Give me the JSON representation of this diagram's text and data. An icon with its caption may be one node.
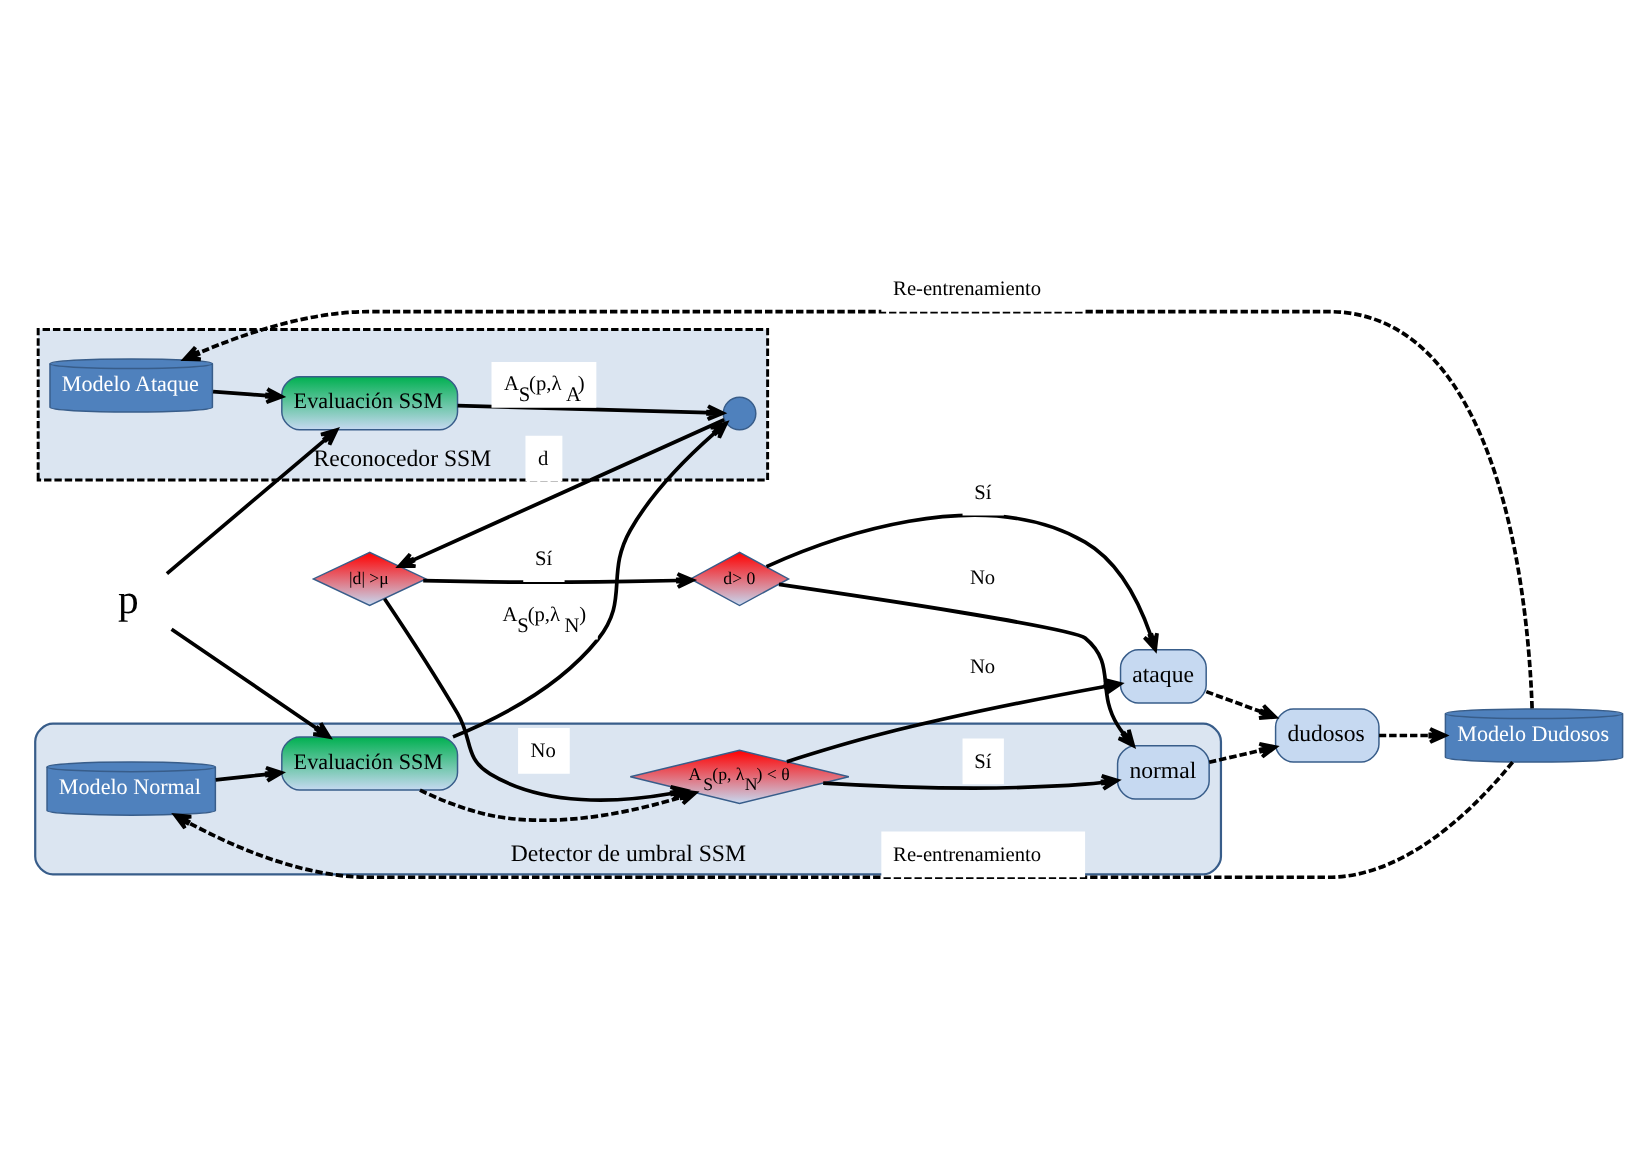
{
  "diagram": {
    "nodes": [
      {
        "text": [
          "Reconocedor SSM"
        ]
      },
      {
        "text": [
          "Modelo Ataque"
        ],
        "in": 0
      },
      {
        "text": [
          "Evaluación SSM"
        ],
        "in": 0
      },
      {
        "text": [],
        "shape": "circle",
        "in": 0
      },
      {
        "text": [
          "Detector de umbral SSM"
        ]
      },
      {
        "text": [
          "Evaluación SSM"
        ],
        "in": 4
      },
      {
        "text": [
          "Modelo Normal"
        ],
        "in": 4
      },
      {
        "text": [
          "|d| >μ"
        ]
      },
      {
        "text": [
          "d> 0"
        ]
      },
      {
        "text": [
          "A$_{S}$(p, λ$_{N}$) < θ"
        ],
        "in": 4
      },
      {
        "text": [
          "normal"
        ],
        "in": 4
      },
      {
        "text": [
          "ataque"
        ]
      },
      {
        "text": [
          "dudosos"
        ]
      },
      {
        "text": [
          "Modelo Dudosos"
        ]
      },
      {
        "text": [
          "p"
        ]
      }
    ],
    "edges": [
      {
        "from": 14,
        "to": 2,
        "arrow": "to"
      },
      {
        "from": 14,
        "to": 5,
        "arrow": "to"
      },
      {
        "from": 1,
        "to": 2,
        "arrow": "to"
      },
      {
        "from": 2,
        "to": 3,
        "arrow": "to",
        "label": "A$_{S}$(p,λ$_{A}$)"
      },
      {
        "from": 5,
        "to": 3,
        "arrow": "to",
        "label": "A$_{S}$(p,λ$_{N}$)"
      },
      {
        "from": 6,
        "to": 5,
        "arrow": "to"
      },
      {
        "from": 5,
        "to": 9,
        "arrow": "to",
        "style": "dashed"
      },
      {
        "from": 3,
        "to": 7,
        "arrow": "to",
        "label": "d"
      },
      {
        "from": 7,
        "to": 8,
        "arrow": "to",
        "label": "Sí"
      },
      {
        "from": 7,
        "to": 9,
        "arrow": "to",
        "label": "No"
      },
      {
        "from": 8,
        "to": 11,
        "arrow": "to",
        "label": "Sí"
      },
      {
        "from": 8,
        "to": 10,
        "arrow": "to",
        "label": "No"
      },
      {
        "from": 9,
        "to": 10,
        "arrow": "to",
        "label": "Sí"
      },
      {
        "from": 9,
        "to": 11,
        "arrow": "to",
        "label": "No"
      },
      {
        "from": 11,
        "to": 12,
        "arrow": "to",
        "style": "dashed"
      },
      {
        "from": 10,
        "to": 12,
        "arrow": "to",
        "style": "dashed"
      },
      {
        "from": 12,
        "to": 13,
        "arrow": "to",
        "style": "dashed"
      },
      {
        "from": 13,
        "to": 1,
        "arrow": "to",
        "style": "dashed",
        "label": "Re-entrenamiento"
      },
      {
        "from": 13,
        "to": 6,
        "arrow": "to",
        "style": "dashed",
        "label": "Re-entrenamiento"
      }
    ]
  }
}
